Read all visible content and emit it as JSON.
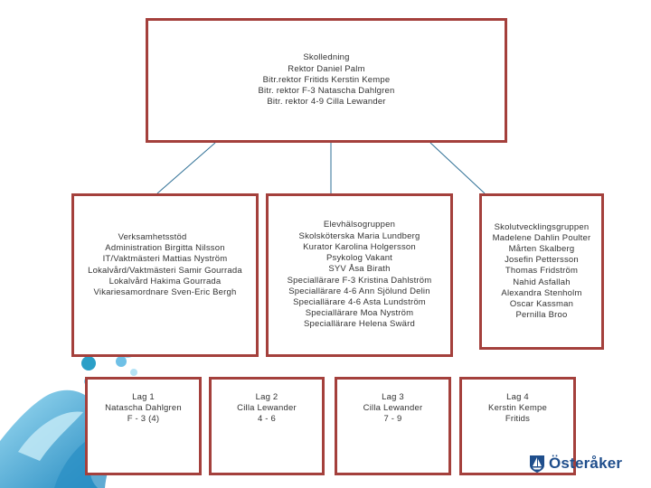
{
  "leadership": {
    "heading": "Skolledning",
    "lines": [
      "Rektor Daniel Palm",
      "Bitr.rektor Fritids Kerstin Kempe",
      "Bitr. rektor F-3 Natascha Dahlgren",
      "Bitr. rektor 4-9 Cilla Lewander"
    ]
  },
  "support": {
    "heading": "Verksamhetsstöd",
    "lines": [
      "Administration Birgitta Nilsson",
      "IT/Vaktmästeri Mattias Nyström",
      "Lokalvård/Vaktmästeri Samir Gourrada",
      "Lokalvård Hakima Gourrada",
      "Vikariesamordnare Sven-Eric Bergh"
    ]
  },
  "health": {
    "heading": "Elevhälsogruppen",
    "lines": [
      "Skolsköterska Maria Lundberg",
      "Kurator Karolina Holgersson",
      "Psykolog Vakant",
      "SYV Åsa Birath",
      "Speciallärare F-3 Kristina Dahlström",
      "Speciallärare 4-6 Ann Sjölund Delin",
      "Speciallärare 4-6 Asta Lundström",
      "Speciallärare Moa Nyström",
      "Speciallärare Helena Swärd"
    ]
  },
  "development": {
    "heading": "Skolutvecklingsgruppen",
    "lines": [
      "Madelene Dahlin Poulter",
      "Mårten Skalberg",
      "Josefin Pettersson",
      "Thomas Fridström",
      "Nahid Asfallah",
      "Alexandra Stenholm",
      "Oscar Kassman",
      "Pernilla Broo"
    ]
  },
  "teams": [
    {
      "name": "Lag 1",
      "lead": "Natascha Dahlgren",
      "grades": "F - 3 (4)"
    },
    {
      "name": "Lag 2",
      "lead": "Cilla Lewander",
      "grades": "4 - 6"
    },
    {
      "name": "Lag 3",
      "lead": "Cilla Lewander",
      "grades": "7 - 9"
    },
    {
      "name": "Lag 4",
      "lead": "Kerstin Kempe",
      "grades": "Fritids"
    }
  ],
  "logo": {
    "text": "Österåker",
    "icon": "sailboat-icon"
  },
  "colors": {
    "box_border": "#a4403c",
    "connector": "#2e6f95",
    "splash_light": "#8fd3ee",
    "splash_dark": "#2a8fc4",
    "logo_blue": "#1f4e8c"
  }
}
